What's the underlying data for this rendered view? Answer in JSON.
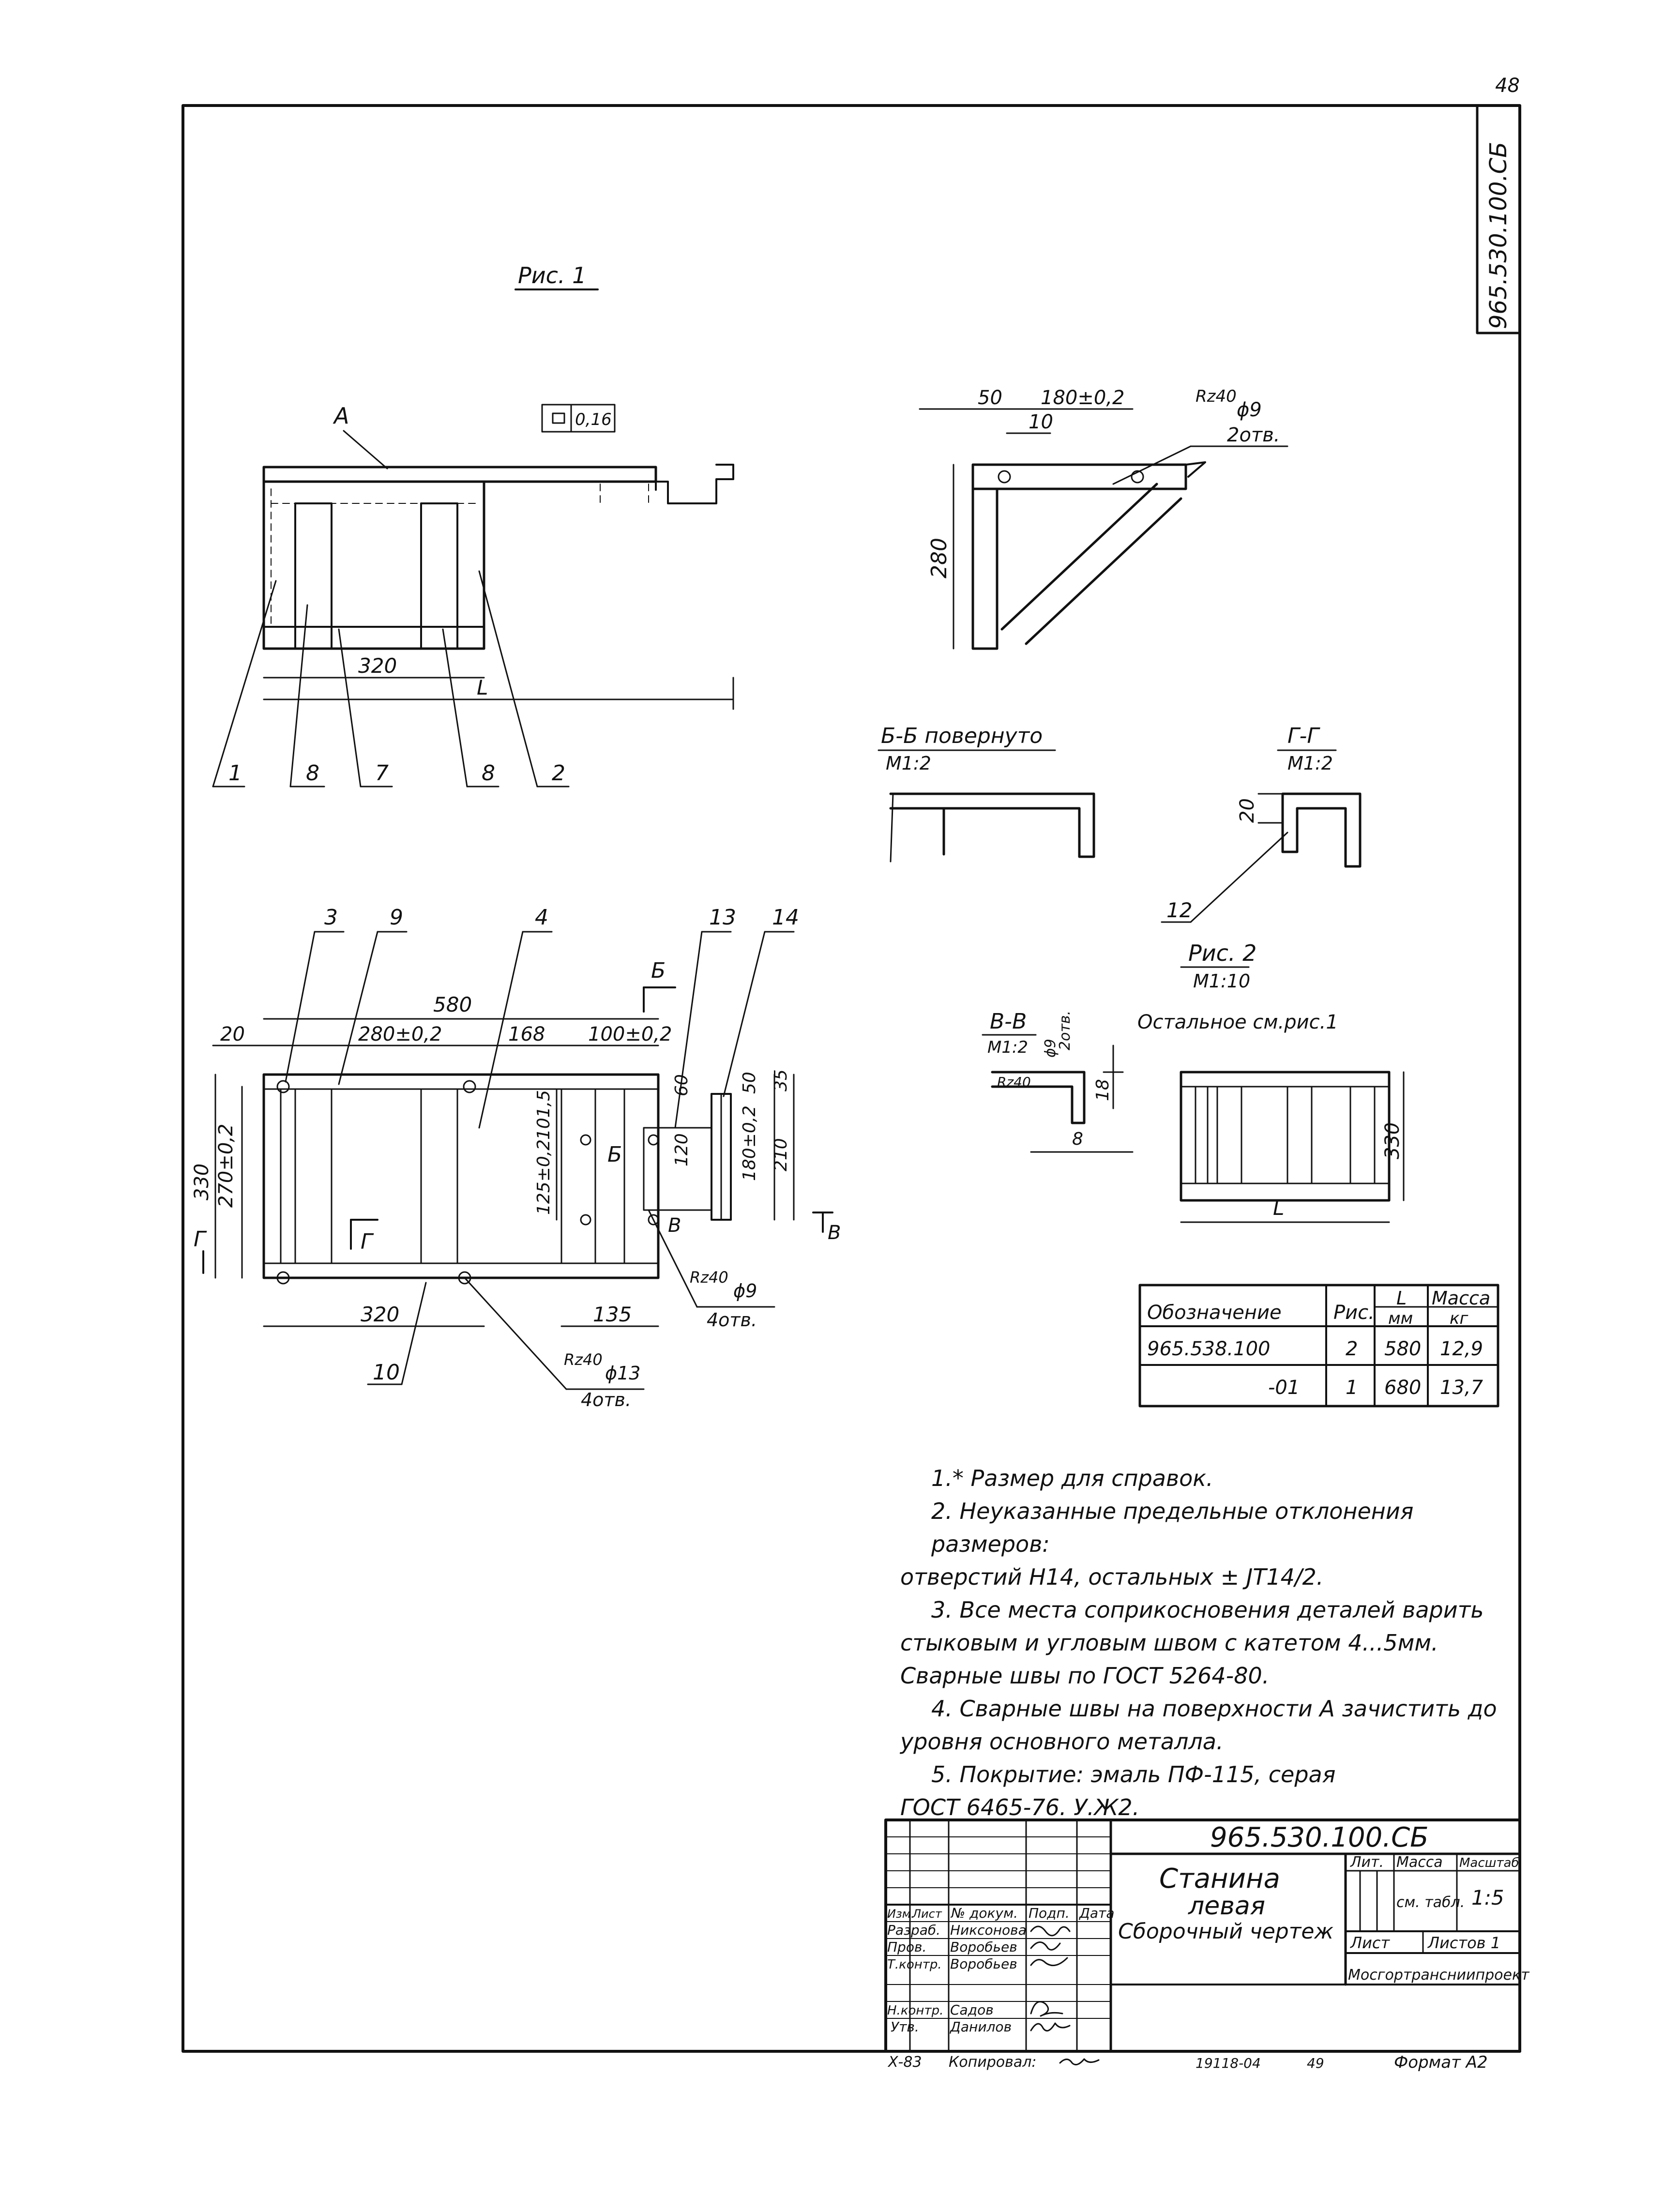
{
  "page_number": "48",
  "doc_code_vertical": "965.530.100.СБ",
  "fig1": {
    "title": "Рис. 1",
    "surface_label": "А",
    "flatness": "0,16",
    "front_dims": {
      "d320": "320",
      "dL": "L"
    },
    "front_callouts": [
      "1",
      "8",
      "7",
      "8",
      "2"
    ],
    "side_dims": {
      "d50": "50",
      "d180": "180±0,2",
      "d10": "10",
      "d280": "280"
    },
    "side_hole": {
      "rough": "Rz40",
      "dia": "ϕ9",
      "count": "2отв."
    },
    "section_bb": {
      "title": "Б-Б повернуто",
      "scale": "М1:2"
    },
    "section_gg": {
      "title": "Г-Г",
      "scale": "М1:2",
      "dim": "20",
      "callout": "12"
    },
    "plan_callouts": {
      "c3": "3",
      "c9": "9",
      "c4": "4",
      "c13": "13",
      "c14": "14",
      "c10": "10"
    },
    "plan_dims": {
      "d580": "580",
      "d20": "20",
      "d280": "280±0,2",
      "d168": "168",
      "d100": "100±0,2",
      "d330": "330",
      "d270": "270±0,2",
      "d320": "320",
      "d135": "135",
      "d101": "101,5",
      "d125": "125±0,2",
      "d60": "60",
      "d120": "120",
      "d180": "180±0,2",
      "d50": "50",
      "d35": "35",
      "d210": "210"
    },
    "plan_section_marks": {
      "b": "Б",
      "g": "Г",
      "v": "В"
    },
    "plan_holes_small": {
      "rough": "Rz40",
      "dia": "ϕ9",
      "count": "4отв."
    },
    "plan_holes_large": {
      "rough": "Rz40",
      "dia": "ϕ13",
      "count": "4отв."
    }
  },
  "fig2": {
    "title": "Рис. 2",
    "scale": "М1:10",
    "section_vv": {
      "title": "В-В",
      "scale": "М1:2",
      "dia": "ϕ9",
      "count": "2отв.",
      "rough": "Rz40",
      "dim18": "18",
      "dim8": "8"
    },
    "note": "Остальное см.рис.1",
    "dims": {
      "d330": "330",
      "dL": "L"
    }
  },
  "table": {
    "headers": {
      "designation": "Обозначение",
      "fig": "Рис.",
      "L": "L",
      "L_unit": "мм",
      "mass": "Масса",
      "mass_unit": "кг"
    },
    "rows": [
      {
        "designation": "965.538.100",
        "fig": "2",
        "L": "580",
        "mass": "12,9"
      },
      {
        "designation": "-01",
        "fig": "1",
        "L": "680",
        "mass": "13,7"
      }
    ]
  },
  "notes": [
    "1.* Размер для справок.",
    "2. Неуказанные предельные отклонения размеров:",
    "отверстий Н14, остальных ± JT14/2.",
    "3. Все места соприкосновения деталей варить",
    "стыковым и угловым швом с катетом 4...5мм.",
    "Сварные швы по ГОСТ 5264-80.",
    "4. Сварные швы на поверхности А зачистить до",
    "уровня основного металла.",
    "5. Покрытие: эмаль ПФ-115, серая",
    "ГОСТ 6465-76. У.Ж2."
  ],
  "title_block": {
    "doc_code": "965.530.100.СБ",
    "name_line1": "Станина",
    "name_line2": "левая",
    "name_line3": "Сборочный чертеж",
    "hdr_izm": "Изм.",
    "hdr_list": "Лист",
    "hdr_ndok": "№ докум.",
    "hdr_podp": "Подп.",
    "hdr_data": "Дата",
    "roles": [
      "Разраб.",
      "Пров.",
      "Т.контр.",
      "",
      "Н.контр.",
      "Утв."
    ],
    "names": [
      "Никсонова",
      "Воробьев",
      "Воробьев",
      "",
      "Садов",
      "Данилов"
    ],
    "lit": "Лит.",
    "massa": "Масса",
    "masshtab": "Масштаб",
    "mass_val": "см. табл.",
    "scale_val": "1:5",
    "list_label": "Лист",
    "listov_label": "Листов 1",
    "org": "Мосгортрансниипроект",
    "copied": "Копировал:",
    "bottom_left": "Х-83",
    "bottom_mid": "19118-04",
    "bottom_num": "49",
    "format": "Формат А2"
  }
}
